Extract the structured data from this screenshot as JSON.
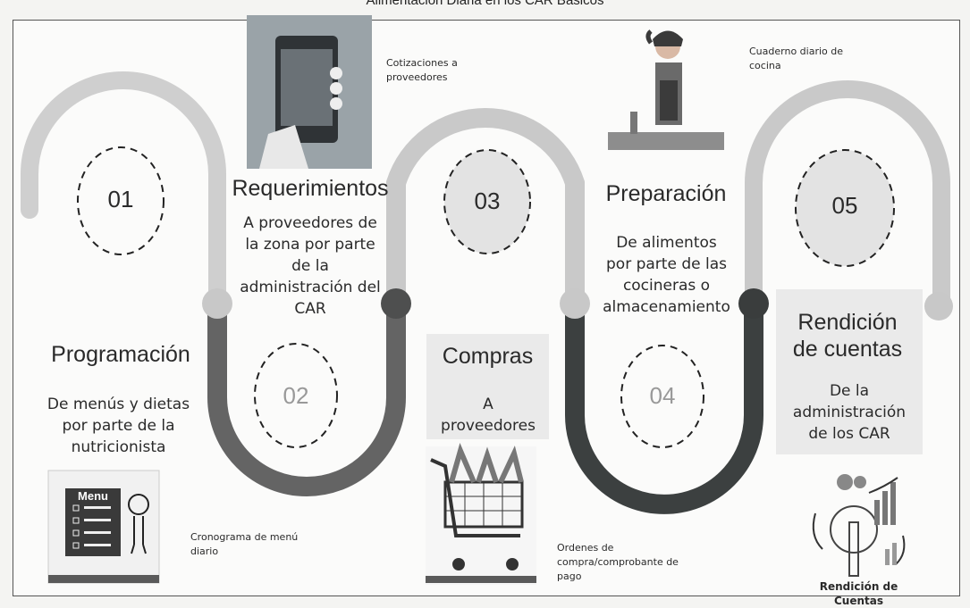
{
  "title": "Alimentación Diaria en los CAR Básicos",
  "steps": [
    {
      "number": "01",
      "heading": "Programación",
      "description": "De menús y dietas por parte de la nutricionista",
      "caption": "Cronograma de menú diario"
    },
    {
      "number": "02",
      "heading": "Requerimientos",
      "description": "A proveedores de la zona por parte de la administración del CAR",
      "caption": "Cotizaciones a proveedores"
    },
    {
      "number": "03",
      "heading": "Compras",
      "description": "A proveedores",
      "caption": "Ordenes de compra/comprobante de pago"
    },
    {
      "number": "04",
      "heading": "Preparación",
      "description": "De alimentos por parte de las cocineras o almacenamiento",
      "caption": "Cuaderno diario de cocina"
    },
    {
      "number": "05",
      "heading": "Rendición de cuentas",
      "description": "De la administración de los CAR",
      "caption": "Rendición de Cuentas"
    }
  ],
  "illustrations": {
    "menu_board_label": "Menu",
    "report_label": "Rendición de Cuentas"
  },
  "colors": {
    "track_light": "#cbcbcb",
    "track_mid": "#5f5f5f",
    "track_dark": "#3a3d3d",
    "frame": "#555555"
  }
}
